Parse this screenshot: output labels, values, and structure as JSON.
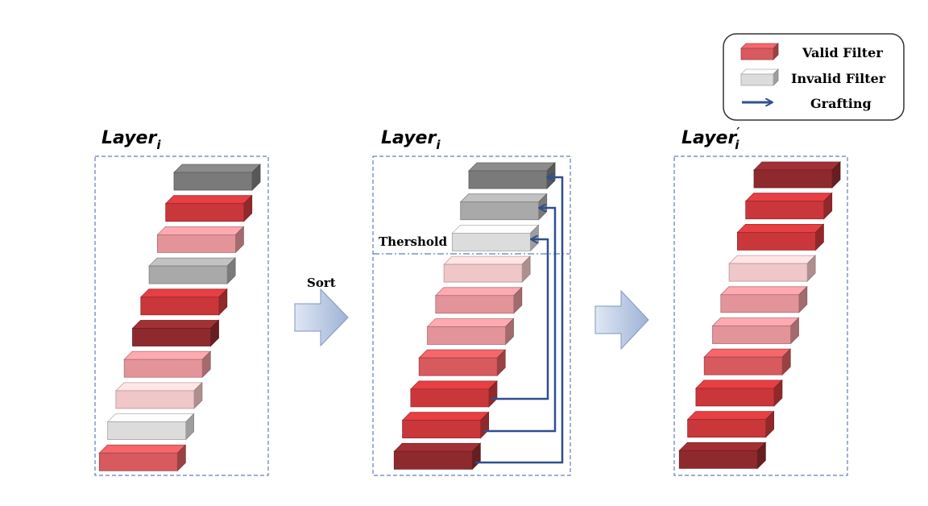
{
  "colors": {
    "dark_red": "#8e2a2e",
    "red": "#c9373a",
    "medium_red": "#d65a5e",
    "pink": "#e39499",
    "light_pink": "#f0c7c8",
    "dark_gray": "#7a7a7a",
    "gray": "#a9a9a9",
    "light_gray": "#dcdcdc",
    "box_border": "#5f7fb5",
    "arrow_blue": "#2f4f8f"
  },
  "legend": {
    "valid": "Valid Filter",
    "invalid": "Invalid Filter",
    "grafting": "Grafting"
  },
  "panels": {
    "left": {
      "title_base": "Layer",
      "title_sub": "i",
      "filters": [
        "dark_gray",
        "red",
        "pink",
        "gray",
        "red",
        "dark_red",
        "pink",
        "light_pink",
        "light_gray",
        "medium_red"
      ]
    },
    "middle": {
      "title_base": "Layer",
      "title_sub": "i",
      "threshold": "Thershold",
      "filters": [
        "dark_gray",
        "gray",
        "light_gray",
        "light_pink",
        "pink",
        "pink",
        "medium_red",
        "red",
        "red",
        "dark_red"
      ]
    },
    "right": {
      "title_base": "Layer",
      "title_sub": "i",
      "title_prime": "′",
      "filters": [
        "dark_red",
        "red",
        "red",
        "light_pink",
        "pink",
        "pink",
        "medium_red",
        "red",
        "red",
        "dark_red"
      ]
    }
  },
  "sort_label": "Sort"
}
